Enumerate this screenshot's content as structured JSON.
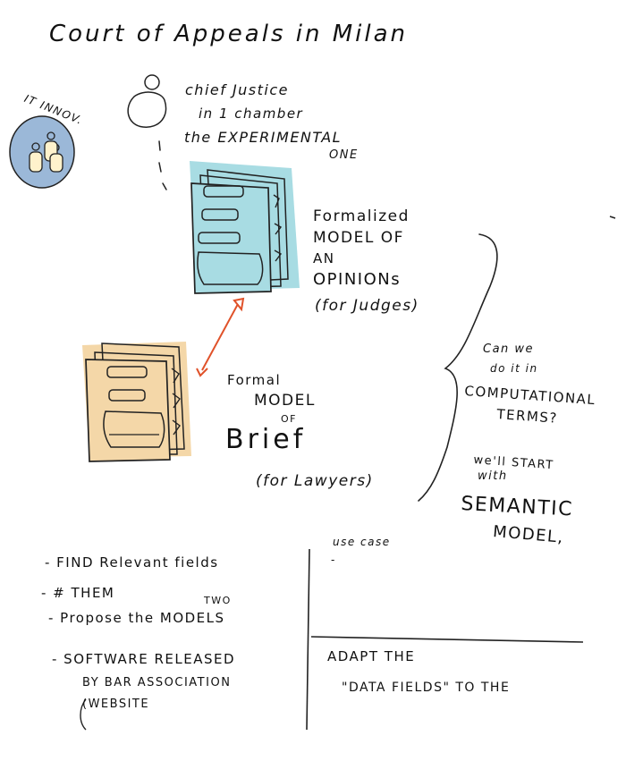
{
  "title": "Court of Appeals in Milan",
  "it_innovation": {
    "label": "IT INNOV.",
    "circle_color": "#9bb8d8",
    "people_fill": "#fff2cc"
  },
  "chief_justice": {
    "line1": "chief Justice",
    "line2": "in 1 chamber",
    "line3": "the EXPERIMENTAL",
    "line4": "ONE"
  },
  "opinion_model": {
    "line1": "Formalized",
    "line2": "MODEL OF",
    "line3": "AN",
    "line4": "OPINIONs",
    "line5": "(for Judges)",
    "color": "#a8dce3"
  },
  "brief_model": {
    "line1": "Formal",
    "line2": "MODEL",
    "line3": "OF",
    "line4": "Brief",
    "line5": "(for Lawyers)",
    "color": "#f4d7a8"
  },
  "arrow_color": "#e0522a",
  "computational": {
    "line1": "Can we",
    "line2": "do it in",
    "line3": "COMPUTATIONAL",
    "line4": "TERMS?",
    "line5": "we'll START",
    "line6": "with",
    "line7": "SEMANTIC",
    "line8": "MODEL,"
  },
  "todo_list": {
    "item1": "- FIND Relevant fields",
    "item2": "- # THEM",
    "item3_top": "TWO",
    "item3": "- Propose the MODELS",
    "item4_line1": "- SOFTWARE RELEASED",
    "item4_line2": "BY BAR ASSOCIATION",
    "item4_line3": "(WEBSITE"
  },
  "use_case": {
    "label": "use case",
    "dash": "-"
  },
  "adapt": {
    "line1": "ADAPT THE",
    "line2": "\"DATA FIELDS\" TO THE"
  }
}
